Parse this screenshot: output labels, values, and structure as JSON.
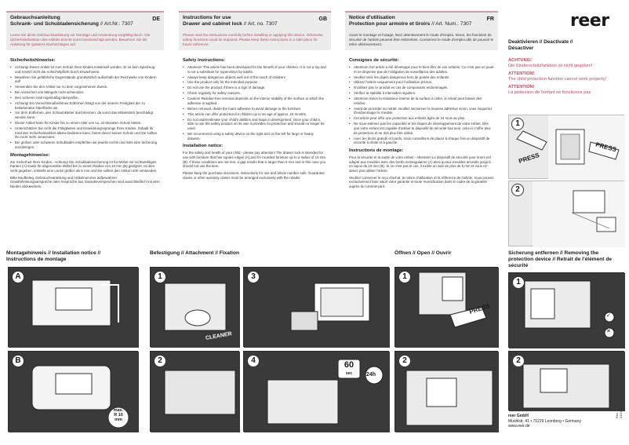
{
  "de": {
    "title1": "Gebrauchsanleitung",
    "title2": "Schrank- und Schubladensicherung",
    "art": "// Art.Nr.: 7307",
    "code": "DE",
    "intro": "Lesen Sie diese Gebrauchsanleitung vor Montage und Anwendung sorgfältig durch. Die Sicherheitsfunktion des Artikels könnte sonst beeinträchtigt werden. Bewahren Sie die Anleitung für späteres Nachschlagen auf.",
    "safety_title": "Sicherheitshinweise:",
    "safety": [
      "Achtung! Dieser Artikel ist zum Schutz Ihres Kindes entwickelt worden. Er ist kein Spielzeug und ersetzt nicht die Aufsichtspflicht durch Erwachsene.",
      "Bewahren Sie gefährliche Gegenstände grundsätzlich außerhalb der Reichweite von Kindern auf!",
      "Verwenden Sie den Artikel nur zu dem vorgesehenen Zweck.",
      "Bei Anzeichen von Mängeln nicht verwenden.",
      "Den sicheren Halt regelmäßig überprüfen.",
      "Achtung! Ein Vorsichtsmaßnahmes Entfernen hängt von der inneren Festigkeit der zu beklebenden Oberfläche ab.",
      "Vor dem Entfernen, den Schaumkleber durchtrennen, da sonst das Möbelstück beschädigt werden kann.",
      "Dieser Artikel kann für Kinder bis zu einem Alter von ca. 24 Monaten Schutz bieten.",
      "Unterschätzen Sie nicht die Fähigkeiten und Entwicklungssprünge Ihres Kindes. Sobald Ihr Kind den Sicherheitsartikel alleine bedienen kann, bietet dieser keinen Schutz und Sie sollten ihn nicht mehr verwenden.",
      "Bei großen oder schweren Schubladen empfehlen wir jeweils rechts und links eine Sicherung anzubringen."
    ],
    "mount_title": "Montagehinweise:",
    "mount1": "Zur Sicherheit Ihres Kindes - Achtung! Die Schubladensicherung ist für Möbel mit rechtwinkligen Kanten (A) sowie für abgerundete Möbel bis zu einem Radius von 10 mm (B) geeignet. Ist dies nicht gegeben, entsteht eine Lücke größer als 5 mm und Sie sollten den Artikel nicht verwenden.",
    "mount2": "Bitte Kaufbeleg, Gebrauchsanleitung und Artikelnummer aufbewahren. Gewährleistungsansprüche oder Ansprüche aus Garantieversprechen sind ausschließlich mit dem Nieden abzuwickeln."
  },
  "gb": {
    "title1": "Instructions for use",
    "title2": "Drawer and cabinet lock",
    "art": "// Art. no. 7307",
    "code": "GB",
    "intro": "Please read the instructions carefully before installing or applying this device. Otherwise, safety functions could be impaired. Please keep these instructions in a safe place for future reference.",
    "safety_title": "Safety instructions:",
    "safety": [
      "Attention! This article has been developed for the benefit of your children. It is not a toy and is not a substitute for supervision by adults.",
      "Always keep dangerous objects well out of the reach of children!",
      "Use the product only for the intended purpose.",
      "Do not use the product if there is a sign of damage.",
      "Check regularly for safety reasons.",
      "Caution! Residue-free removal depends on the interior stability of the surface to which the adhesive is applied.",
      "Before removal, divide the foam adhesive to avoid damage to the furniture.",
      "This article can offer protection for children up to an age of approx. 24 months.",
      "Do not underestimate your child's abilities and leaps in development. Once your child is able to use the safety product on its own it provides no protection and should no longer be used.",
      "We recommend using a safety device on the right and on the left for large or heavy drawers."
    ],
    "install_title": "Installation notice:",
    "install1": "For the safety and health of your child - please pay attention! The drawer lock is intended for use with furniture that has square edges (A) and for rounded furniture up to a radius of 10 mm (B). If these conditions are not met, a gap results that is larger than 5 mm and in this case you should not use the item.",
    "install2": "Please keep the purchase document, instructions for use and article number safe. Guarantee claims or other warranty claims must be arranged exclusively with the retailer."
  },
  "fr": {
    "title1": "Notice d'utilisation",
    "title2": "Protection pour armoire et tiroirs",
    "art": "// Art. Num.: 7307",
    "code": "FR",
    "intro": "Avant le montage et l'usage, lisez attentivement le mode d'emploi. Sinon, les fonctions de sécurité de l'article peuvent être restreintes. Conservez le mode d'emploi afin de pouvoir le relire ultérieurement.",
    "safety_title": "Consignes de sécurité:",
    "safety": [
      "Attention! Cet article a été développé pour le bien-être de vos enfants. Ce n'est pas un jouet et ne dispense pas de l'obligation de surveillance des adultes.",
      "Veuillez tenir les objets dangereux hors de portée des enfants!",
      "Utilisez l'article uniquement pour l'utilisation prévue.",
      "N'utilisez pas ce produit en cas de composants endommagés.",
      "Vérifiez la stabilité à intervalles réguliers.",
      "Attention! Selon la résistance interne de la surface à coller, le retrait peut laisser des résidus.",
      "Avant de procéder au retrait, veuillez sectionner la mousse adhésive sinon, vous risqueriez d'endommager le meuble.",
      "Cet article peut offrir une protection aux enfants âgés de 24 mois au plus.",
      "Ne sous-estimez pas les capacités et les étapes de développement de votre enfant. Dès que votre enfant est capable d'utiliser le dispositif de sécurité tout seul, celui-ci n'offre plus de protection et ne doit plus être utilisé.",
      "Avec les tiroirs grands et lourds, nous conseillons de placer à chaque fois un dispositif de sécurité à droite et à gauche."
    ],
    "mount_title": "Instructions de montage:",
    "mount1": "Pour la sécurité et la santé de votre enfant - Attention! Le dispositif de sécurité pour tiroirs est adapté aux meubles avec des bords rectangulaires (A) ainsi qu'aux meubles arrondis jusqu'à un rayon de 10 mm (B). Si ce n'est pas le cas, il existe un vide de plus de 5 mm et vous ne devez pas utiliser l'article.",
    "mount2": "Veuillez conserver le reçu d'achat, la notice d'utilisation et la référence de l'article. Vous pouvez exclusivement faire valoir votre garantie et toute revendication dans le cadre de la garantie auprès du commerçant."
  },
  "brand": "reer",
  "deactivate": {
    "title1": "Deaktivieren // Deactivate //",
    "title2": "Désactiver",
    "w1a": "ACHTUNG!",
    "w1b": "Die Kinderschutzfunktion ist nicht gegeben!",
    "w2a": "ATTENTION!",
    "w2b": "The child protection function cannot work properly!",
    "w3a": "ATTENTION!",
    "w3b": "La protection de l'enfant ne fonctionne pas"
  },
  "sections": {
    "montage1": "Montagehinweis // Installation notice //",
    "montage2": "Instructions de montage",
    "attach": "Befestigung // Attachment // Fixation",
    "open": "Öffnen // Open // Ouvrir",
    "remove1": "Sicherung entfernen // Removing the",
    "remove2": "protection device // Retrait de l'élément de",
    "remove3": "sécurité"
  },
  "labels": {
    "press": "PRESS",
    "cleaner": "CLEANER",
    "max_r": "max.",
    "r10": "R 10",
    "mm": "mm",
    "sixty": "60",
    "sec": "sec",
    "h24": "24h",
    "step1": "1",
    "step2": "2",
    "step3": "3",
    "step4": "4",
    "a": "A",
    "b": "B"
  },
  "footer": {
    "company": "reer GmbH",
    "address": "Mushlstr. 41 • 71229 Leonberg • Germany",
    "web": "www.reer.de",
    "rev": "Rev. 01/2015"
  }
}
